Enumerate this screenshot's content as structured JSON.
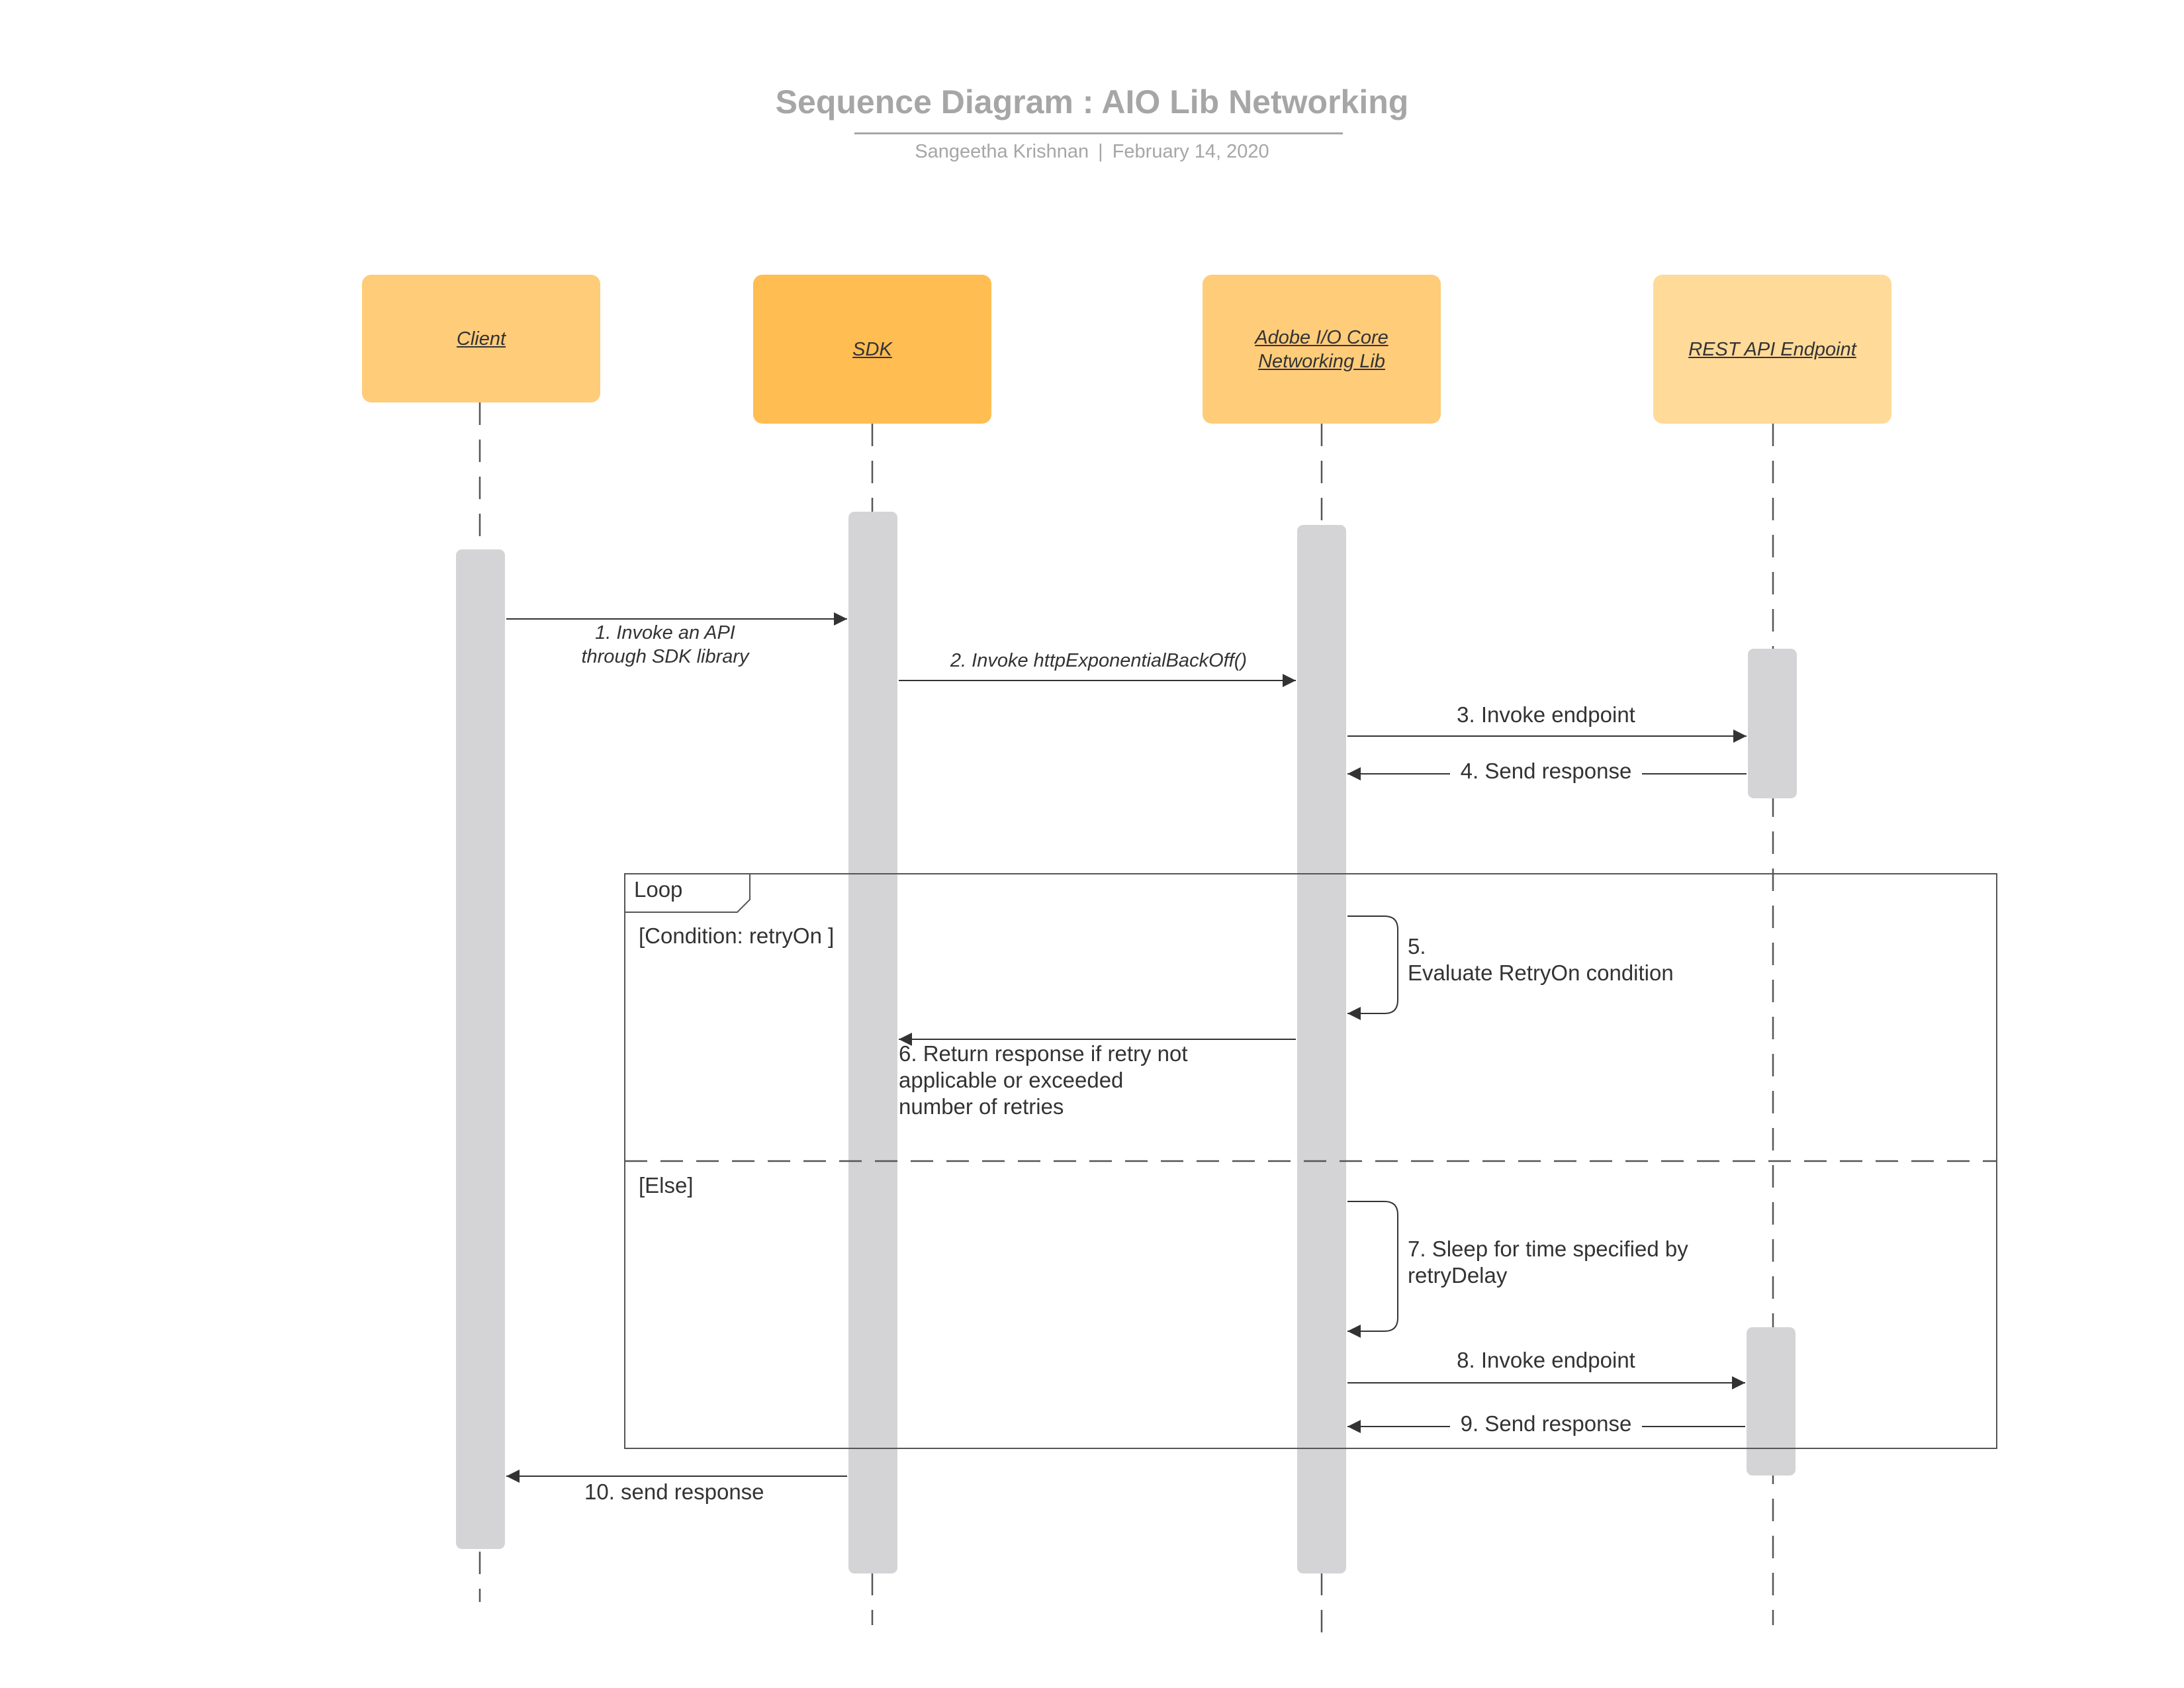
{
  "header": {
    "title": "Sequence Diagram : AIO Lib Networking",
    "author": "Sangeetha Krishnan",
    "separator": "|",
    "date": "February 14, 2020"
  },
  "participants": [
    {
      "id": "client",
      "label": "Client",
      "color": "#ffcc7a"
    },
    {
      "id": "sdk",
      "label": "SDK",
      "color": "#ffbd52"
    },
    {
      "id": "corelib",
      "label": "Adobe I/O Core\nNetworking Lib",
      "color": "#ffcc7a"
    },
    {
      "id": "rest",
      "label": "REST API Endpoint",
      "color": "#ffda99"
    }
  ],
  "messages": {
    "m1": "1. Invoke an API\nthrough SDK library",
    "m2": "2. Invoke httpExponentialBackOff()",
    "m3": "3. Invoke endpoint",
    "m4": "4. Send response",
    "m5_num": "5.",
    "m5_text": "Evaluate RetryOn condition",
    "m6": "6. Return response if retry not\napplicable or exceeded\nnumber of retries",
    "m7": "7. Sleep for time specified by\nretryDelay",
    "m8": "8. Invoke endpoint",
    "m9": "9. Send response",
    "m10": "10. send response"
  },
  "fragment": {
    "operator": "Loop",
    "guard": "[Condition: retryOn ]",
    "else_guard": "[Else]"
  },
  "colors": {
    "title": "#a6a6a6",
    "activation": "#d4d4d6",
    "line": "#333333",
    "lifeline": "#555555"
  }
}
